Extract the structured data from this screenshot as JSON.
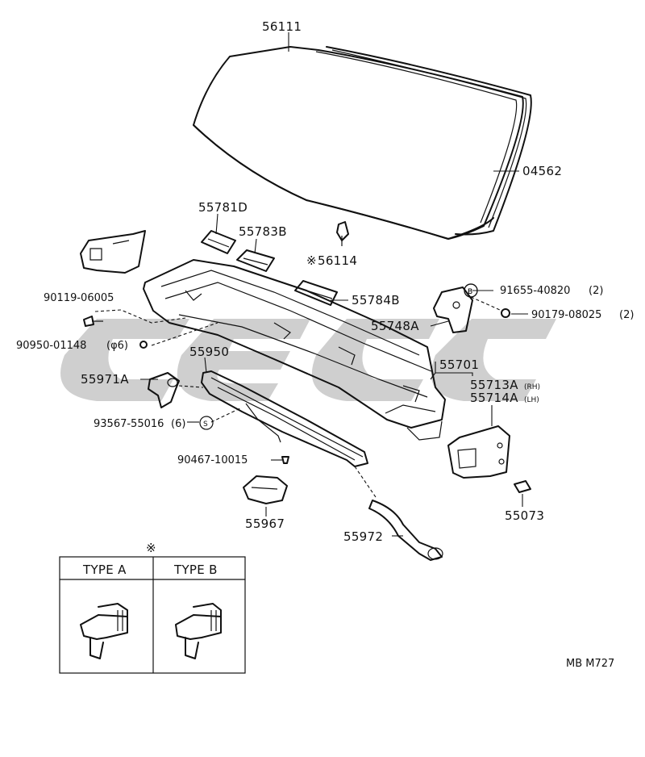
{
  "parts": [
    {
      "id": "windshield-glass",
      "number": "56111"
    },
    {
      "id": "windshield-moulding",
      "number": "04562"
    },
    {
      "id": "clip-55781d",
      "number": "55781D"
    },
    {
      "id": "clip-55783b",
      "number": "55783B"
    },
    {
      "id": "retainer-56114",
      "number": "56114",
      "marker": "※"
    },
    {
      "id": "clip-55784b",
      "number": "55784B"
    },
    {
      "id": "bolt-90119",
      "number": "90119-06005"
    },
    {
      "id": "nut-90950",
      "number": "90950-01148",
      "qty": "(φ6)"
    },
    {
      "id": "bolt-91655",
      "number": "91655-40820",
      "qty": "(2)",
      "circle": "B"
    },
    {
      "id": "nut-90179",
      "number": "90179-08025",
      "qty": "(2)"
    },
    {
      "id": "bracket-55748a",
      "number": "55748A"
    },
    {
      "id": "louver-55950",
      "number": "55950"
    },
    {
      "id": "cowl-panel-55701",
      "number": "55701"
    },
    {
      "id": "hose-55971a",
      "number": "55971A"
    },
    {
      "id": "screw-93567",
      "number": "93567-55016",
      "qty": "(6)",
      "circle": "S"
    },
    {
      "id": "side-panel-rh",
      "number": "55713A",
      "side": "(RH)"
    },
    {
      "id": "side-panel-lh",
      "number": "55714A",
      "side": "(LH)"
    },
    {
      "id": "clip-90467",
      "number": "90467-10015"
    },
    {
      "id": "seal-55967",
      "number": "55967"
    },
    {
      "id": "hose-55972",
      "number": "55972"
    },
    {
      "id": "grommet-55073",
      "number": "55073"
    }
  ],
  "type_table": {
    "marker": "※",
    "columns": [
      "TYPE A",
      "TYPE B"
    ]
  },
  "diagram_code": "MB M727"
}
